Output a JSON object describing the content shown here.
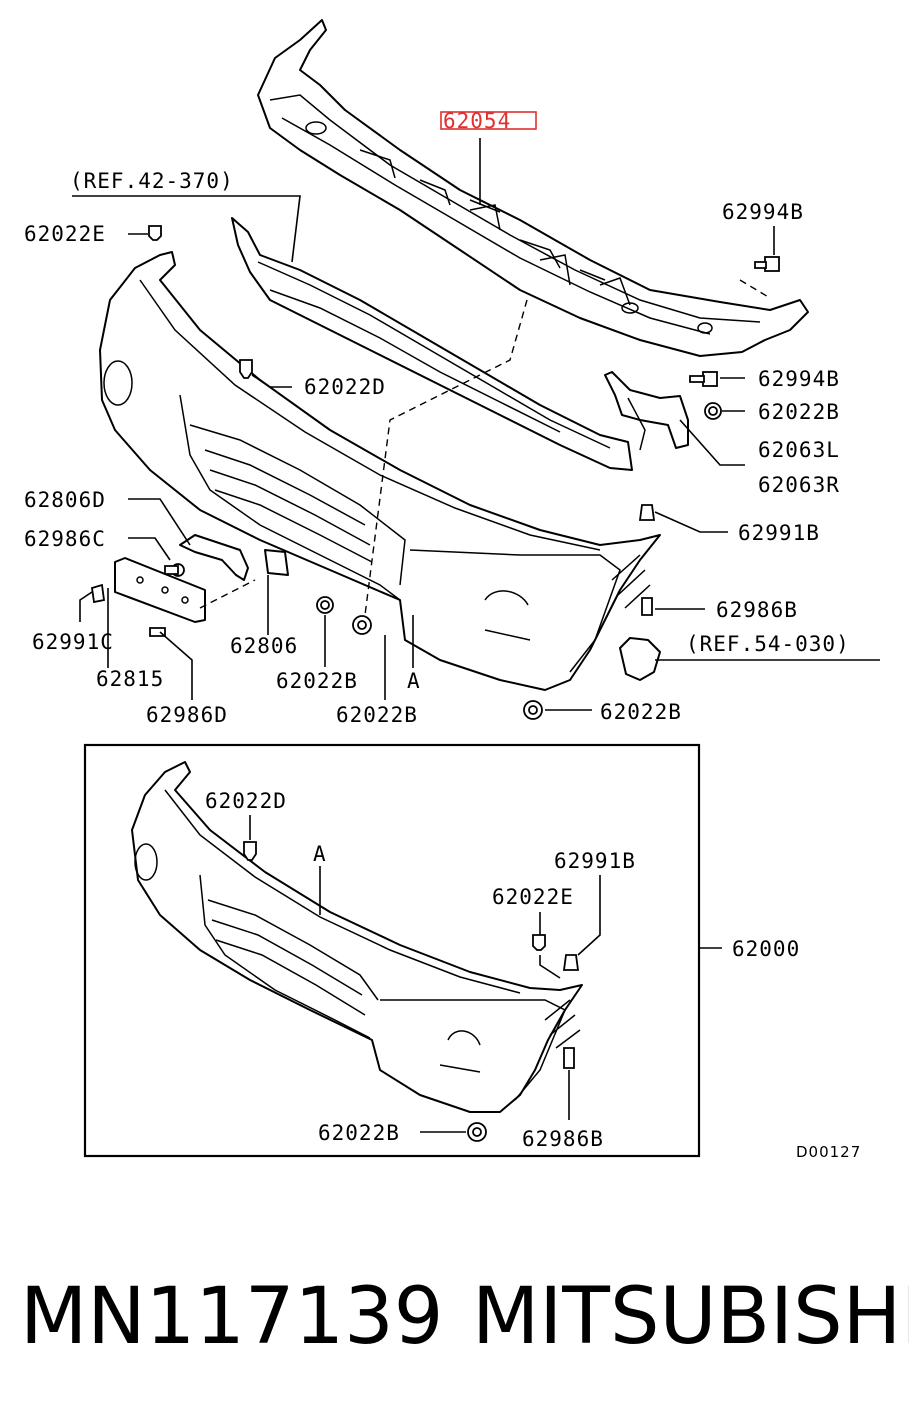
{
  "callouts": {
    "p62054": "62054",
    "ref42": "(REF.42-370)",
    "p62022E_top": "62022E",
    "p62994B_a": "62994B",
    "p62994B_b": "62994B",
    "p62022B_a": "62022B",
    "p62063L": "62063L",
    "p62063R": "62063R",
    "p62022D_top": "62022D",
    "p62991B_top": "62991B",
    "p62806D": "62806D",
    "p62986C": "62986C",
    "p62986B_top": "62986B",
    "ref54": "(REF.54-030)",
    "p62991C": "62991C",
    "p62806": "62806",
    "p62815": "62815",
    "p62022B_b": "62022B",
    "p62022B_c": "62022B",
    "label_A_top": "A",
    "p62986D": "62986D",
    "p62022B_d": "62022B",
    "p62022D_box": "62022D",
    "label_A_box": "A",
    "p62991B_box": "62991B",
    "p62022E_box": "62022E",
    "p62000": "62000",
    "p62022B_box": "62022B",
    "p62986B_box": "62986B",
    "drawing_code": "D00127"
  },
  "highlight_color": "#e03030",
  "footer": {
    "part_number": "MN117139",
    "brand": "MITSUBISHI"
  }
}
